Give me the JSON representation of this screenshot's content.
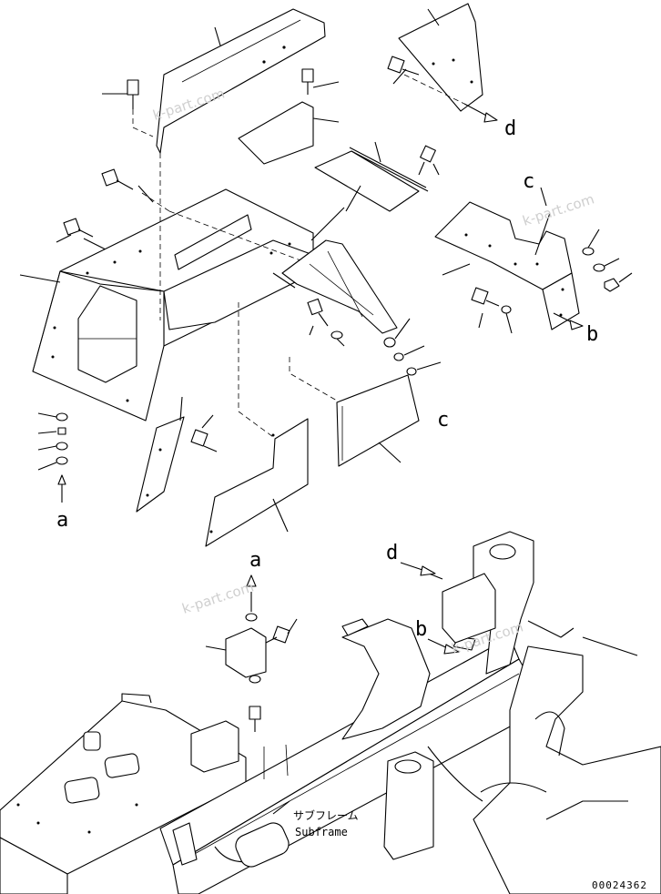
{
  "labels": {
    "a_upper": "a",
    "a_lower": "a",
    "b_upper": "b",
    "b_lower": "b",
    "c_upper": "c",
    "c_lower": "c",
    "d_upper": "d",
    "d_lower": "d"
  },
  "subframe": {
    "japanese": "サブフレーム",
    "english": "Subframe"
  },
  "watermark": "k-part.com",
  "drawing_number": "00024362"
}
